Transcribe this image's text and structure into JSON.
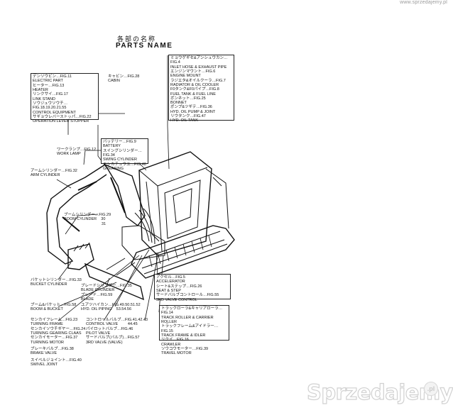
{
  "watermark_top": "www.sprzedajemy.pl",
  "title": {
    "jp": "各部の名称",
    "en": "PARTS NAME"
  },
  "labels": {
    "inlet_jp": "ミョウゲギセ&アンシュウカン…FIG.4",
    "inlet_en": "INLET HOSE & EXHAUST PIPE",
    "engine_jp": "エンジンマウント…FIG.6",
    "engine_en": "ENGINE MOUNT",
    "radiator_jp": "ラジエタ&オイルクーラ…FIG.7",
    "radiator_en": "RADIATOR & OIL COOLER",
    "fuel_jp": "F0タンク&F0パイプ…FIG.8",
    "fuel_en": "FUEL TANK & FUEL LINE",
    "bonnet_jp": "ボンネット…FIG.25",
    "bonnet_en": "BONNET",
    "pump_jp": "ポンプ&ツギテ…FIG.36",
    "pump_en": "HYD. OIL PUMP & JOINT",
    "oiltank_jp": "リウタンク…FIG.47",
    "oiltank_en": "HYD. OIL TANK",
    "elec_jp": "デンソウビン…FIG.11",
    "elec_en": "ELECTRIC PART",
    "heater_jp": "ヒーター…FIG.13",
    "heater_en": "HEATER",
    "link_jp": "リンクサイ…FIG.17",
    "link_en": "LINK STAND",
    "ctrl_jp": "ソウジュウソウチ…FIG.18.19.20.21.55",
    "ctrl_en": "CONTROL EQUIPMENT",
    "stopper_jp": "サギョウレバーストッパ…FIG.22",
    "stopper_en": "OPERATION LEVER STOPPER",
    "cabin_jp": "キャビン…FIG.28",
    "cabin_en": "CABIN",
    "battery_jp": "バッテリー…FIG.9",
    "battery_en": "BATTERY",
    "swing_jp": "スイングシリンダー…FIG.34",
    "swing_en": "SWING CYLINDER",
    "grease_jp": "エンカチュウユ…FIG.48",
    "grease_en": "GREASING",
    "worklamp_jp": "ワークランプ…FIG.12",
    "worklamp_en": "WORK LAMP",
    "arm_jp": "アームシリンダー…FIG.32",
    "arm_en": "ARM CYLINDER",
    "boomcyl_jp": "ブームシリンダー…FIG.29",
    "boomcyl_en": "BOOM CYLINDER",
    "boomcyl_n1": "30",
    "boomcyl_n2": "31",
    "bucketcyl_jp": "バケットシリンダー…FIG.33",
    "bucketcyl_en": "BUCKET CYLINDER",
    "blade_jp": "ブレードシリンダー…FIG.35",
    "blade_en": "BLADE CYLINDER",
    "blade2_jp": "ブレード…FIG.59",
    "blade2_en": "BLADE",
    "boombucket_jp": "ブーム&バケット…FIG.58",
    "boombucket_en": "BOOM & BUCKET",
    "piping_jp": "ユアツハイカン…FIG.49.50.51.52",
    "piping_en": "HYD. OIL PIPING",
    "piping_n": "53.54.56",
    "accel_jp": "アクセル…FIG.5",
    "accel_en": "ACCELERATOR",
    "seat_jp": "シート&ステップ…FIG.26",
    "seat_en": "SEAT & STEP",
    "third_jp": "サードバルブコントロール…FIG.55",
    "third_en": "3RD VALVE CONTROL",
    "roller_jp": "トラックローラ&キャリアローラ…FIG.14",
    "roller_en": "TRACK ROLLER & CARRIER ROLLER",
    "trackframe_jp": "トラックフレーム&アイドラー…FIG.15",
    "trackframe_en": "TRACK FRAME & IDLER",
    "crawler_jp": "リクイ…FIG.16",
    "crawler_en": "CRAWLER",
    "travel_jp": "ソウコウモーター…FIG.39",
    "travel_en": "TRAVEL MOTOR",
    "turnframe_jp": "センカイフレーム…FIG.23",
    "turnframe_en": "TURNING FRAME",
    "turngear_jp": "センカイソウチギヤー…FIG.24",
    "turngear_en": "TURNING GEARING CLAAS",
    "turnmotor_jp": "センカイモーター…FIG.37",
    "turnmotor_en": "TURNING MOTOR",
    "ctrlvalve_jp": "コントロールバルブ…FIG.41.42.43",
    "ctrlvalve_en": "CONTROL VALVE",
    "ctrlvalve_n": "44.45",
    "pilot_jp": "パイロットバルブ…FIG.46",
    "pilot_en": "PILOT VALVE",
    "thirdvalve_jp": "サードバルブ(バルブ)…FIG.57",
    "thirdvalve_en": "3RD VALVE (VALVE)",
    "brake_jp": "ブレーキバルブ…FIG.38",
    "brake_en": "BRAKE VALVE",
    "swivel_jp": "スイベルジョイント…FIG.40",
    "swivel_en": "SWIVEL JOINT"
  },
  "logo": {
    "text": "Sprzedajemy",
    "badge": ".pl"
  }
}
